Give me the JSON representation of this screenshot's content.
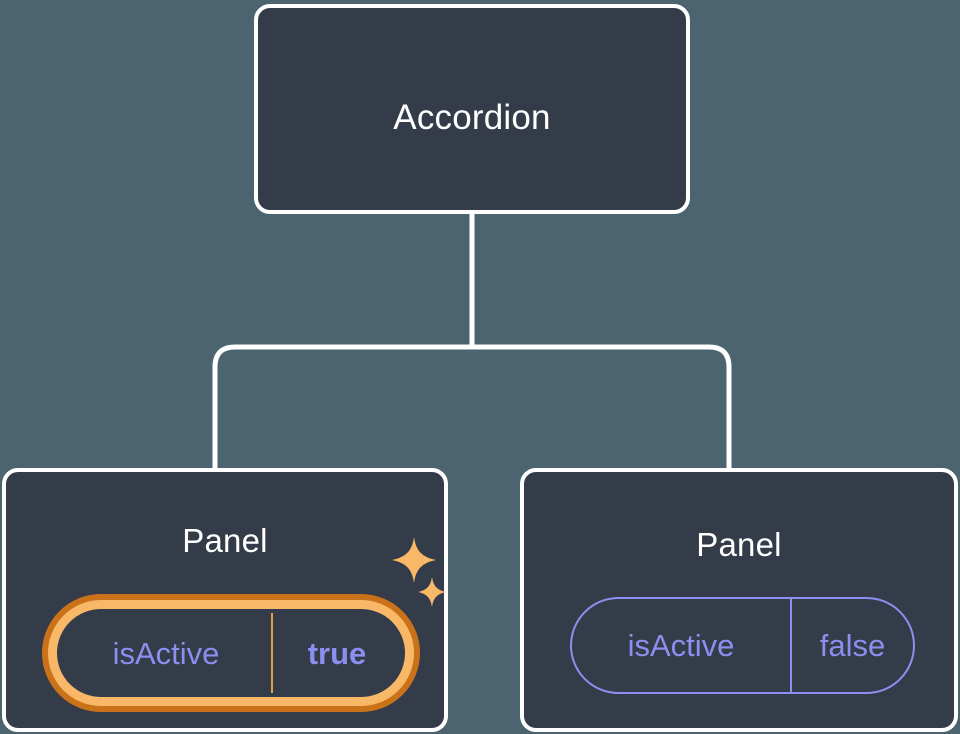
{
  "diagram": {
    "type": "component-tree",
    "background_color": "#4b6470",
    "node_fill": "#343b49",
    "node_border": "#ffffff",
    "connector_color": "#ffffff",
    "accent_prop": "#8b8ff0",
    "highlight_outer": "#c9721a",
    "highlight_inner": "#f9b868",
    "sparkle_color": "#f9b868"
  },
  "nodes": {
    "root": {
      "label": "Accordion"
    },
    "panel_left": {
      "label": "Panel",
      "prop": {
        "key": "isActive",
        "value": "true",
        "highlighted": true,
        "value_bold": true
      },
      "sparkles": [
        "sparkle-large",
        "sparkle-small"
      ]
    },
    "panel_right": {
      "label": "Panel",
      "prop": {
        "key": "isActive",
        "value": "false",
        "highlighted": false,
        "value_bold": false
      }
    }
  },
  "edges": [
    {
      "from": "root",
      "to": "panel_left"
    },
    {
      "from": "root",
      "to": "panel_right"
    }
  ]
}
